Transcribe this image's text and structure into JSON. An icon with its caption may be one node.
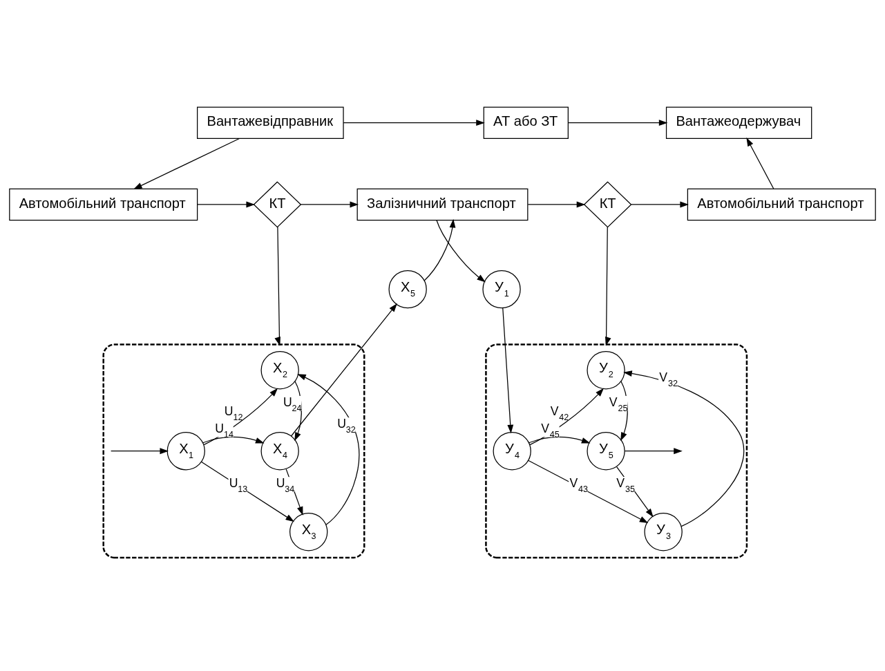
{
  "diagram": {
    "nodes": [
      {
        "text": [
          "Вантажевідправник"
        ]
      },
      {
        "text": [
          "АТ або ЗТ"
        ]
      },
      {
        "text": [
          "Вантажеодержувач"
        ]
      },
      {
        "text": [
          "Автомобільний транспорт"
        ]
      },
      {
        "text": [
          "КТ"
        ]
      },
      {
        "text": [
          "Залізничний транспорт"
        ]
      },
      {
        "text": [
          "КТ"
        ]
      },
      {
        "text": [
          "Автомобільний транспорт"
        ]
      },
      {
        "text": [],
        "shape": "box"
      },
      {
        "text": [
          "X$_{2}$"
        ],
        "in": 8
      },
      {
        "text": [
          "X$_{1}$"
        ],
        "in": 8
      },
      {
        "text": [
          "X$_{4}$"
        ],
        "in": 8
      },
      {
        "text": [
          "X$_{3}$"
        ],
        "in": 8
      },
      {
        "text": [
          "X$_{5}$"
        ]
      },
      {
        "text": [
          "У$_{1}$"
        ]
      },
      {
        "text": [],
        "shape": "box"
      },
      {
        "text": [
          "У$_{2}$"
        ],
        "in": 15
      },
      {
        "text": [
          "У$_{4}$"
        ],
        "in": 15
      },
      {
        "text": [
          "У$_{5}$"
        ],
        "in": 15
      },
      {
        "text": [
          "У$_{3}$"
        ],
        "in": 15
      }
    ],
    "edges": [
      {
        "from": 0,
        "to": 1,
        "arrow": "to"
      },
      {
        "from": 1,
        "to": 2,
        "arrow": "to"
      },
      {
        "from": 0,
        "to": 3,
        "arrow": "to"
      },
      {
        "from": 3,
        "to": 4,
        "arrow": "to"
      },
      {
        "from": 4,
        "to": 5,
        "arrow": "to"
      },
      {
        "from": 5,
        "to": 6,
        "arrow": "to"
      },
      {
        "from": 6,
        "to": 7,
        "arrow": "to"
      },
      {
        "from": 7,
        "to": 2,
        "arrow": "to"
      },
      {
        "from": 4,
        "to": 8,
        "arrow": "to"
      },
      {
        "from": 6,
        "to": 15,
        "arrow": "to"
      },
      {
        "from": 11,
        "to": 13,
        "arrow": "to"
      },
      {
        "from": 13,
        "to": 5,
        "arrow": "to"
      },
      {
        "from": 5,
        "to": 14,
        "arrow": "to"
      },
      {
        "from": 14,
        "to": 17,
        "arrow": "to"
      },
      {
        "from": null,
        "to": 10,
        "arrow": "to"
      },
      {
        "from": 10,
        "to": 9,
        "arrow": "to",
        "label": "U$_{12}$"
      },
      {
        "from": 10,
        "to": 11,
        "arrow": "to",
        "label": "U$_{14}$"
      },
      {
        "from": 10,
        "to": 12,
        "arrow": "to",
        "label": "U$_{13}$"
      },
      {
        "from": 12,
        "to": 9,
        "arrow": "to",
        "label": "U$_{32}$"
      },
      {
        "from": 9,
        "to": 11,
        "arrow": "to",
        "label": "U$_{24}$"
      },
      {
        "from": 11,
        "to": 12,
        "arrow": "to",
        "label": "U$_{34}$"
      },
      {
        "from": 17,
        "to": 16,
        "arrow": "to",
        "label": "V$_{42}$"
      },
      {
        "from": 17,
        "to": 18,
        "arrow": "to",
        "label": "V$_{45}$"
      },
      {
        "from": 17,
        "to": 19,
        "arrow": "to",
        "label": "V$_{43}$"
      },
      {
        "from": 19,
        "to": 16,
        "arrow": "to",
        "label": "V$_{32}$"
      },
      {
        "from": 16,
        "to": 18,
        "arrow": "to",
        "label": "V$_{25}$"
      },
      {
        "from": 18,
        "to": 19,
        "arrow": "to",
        "label": "V$_{35}$"
      },
      {
        "from": 18,
        "to": null,
        "arrow": "to"
      }
    ]
  }
}
